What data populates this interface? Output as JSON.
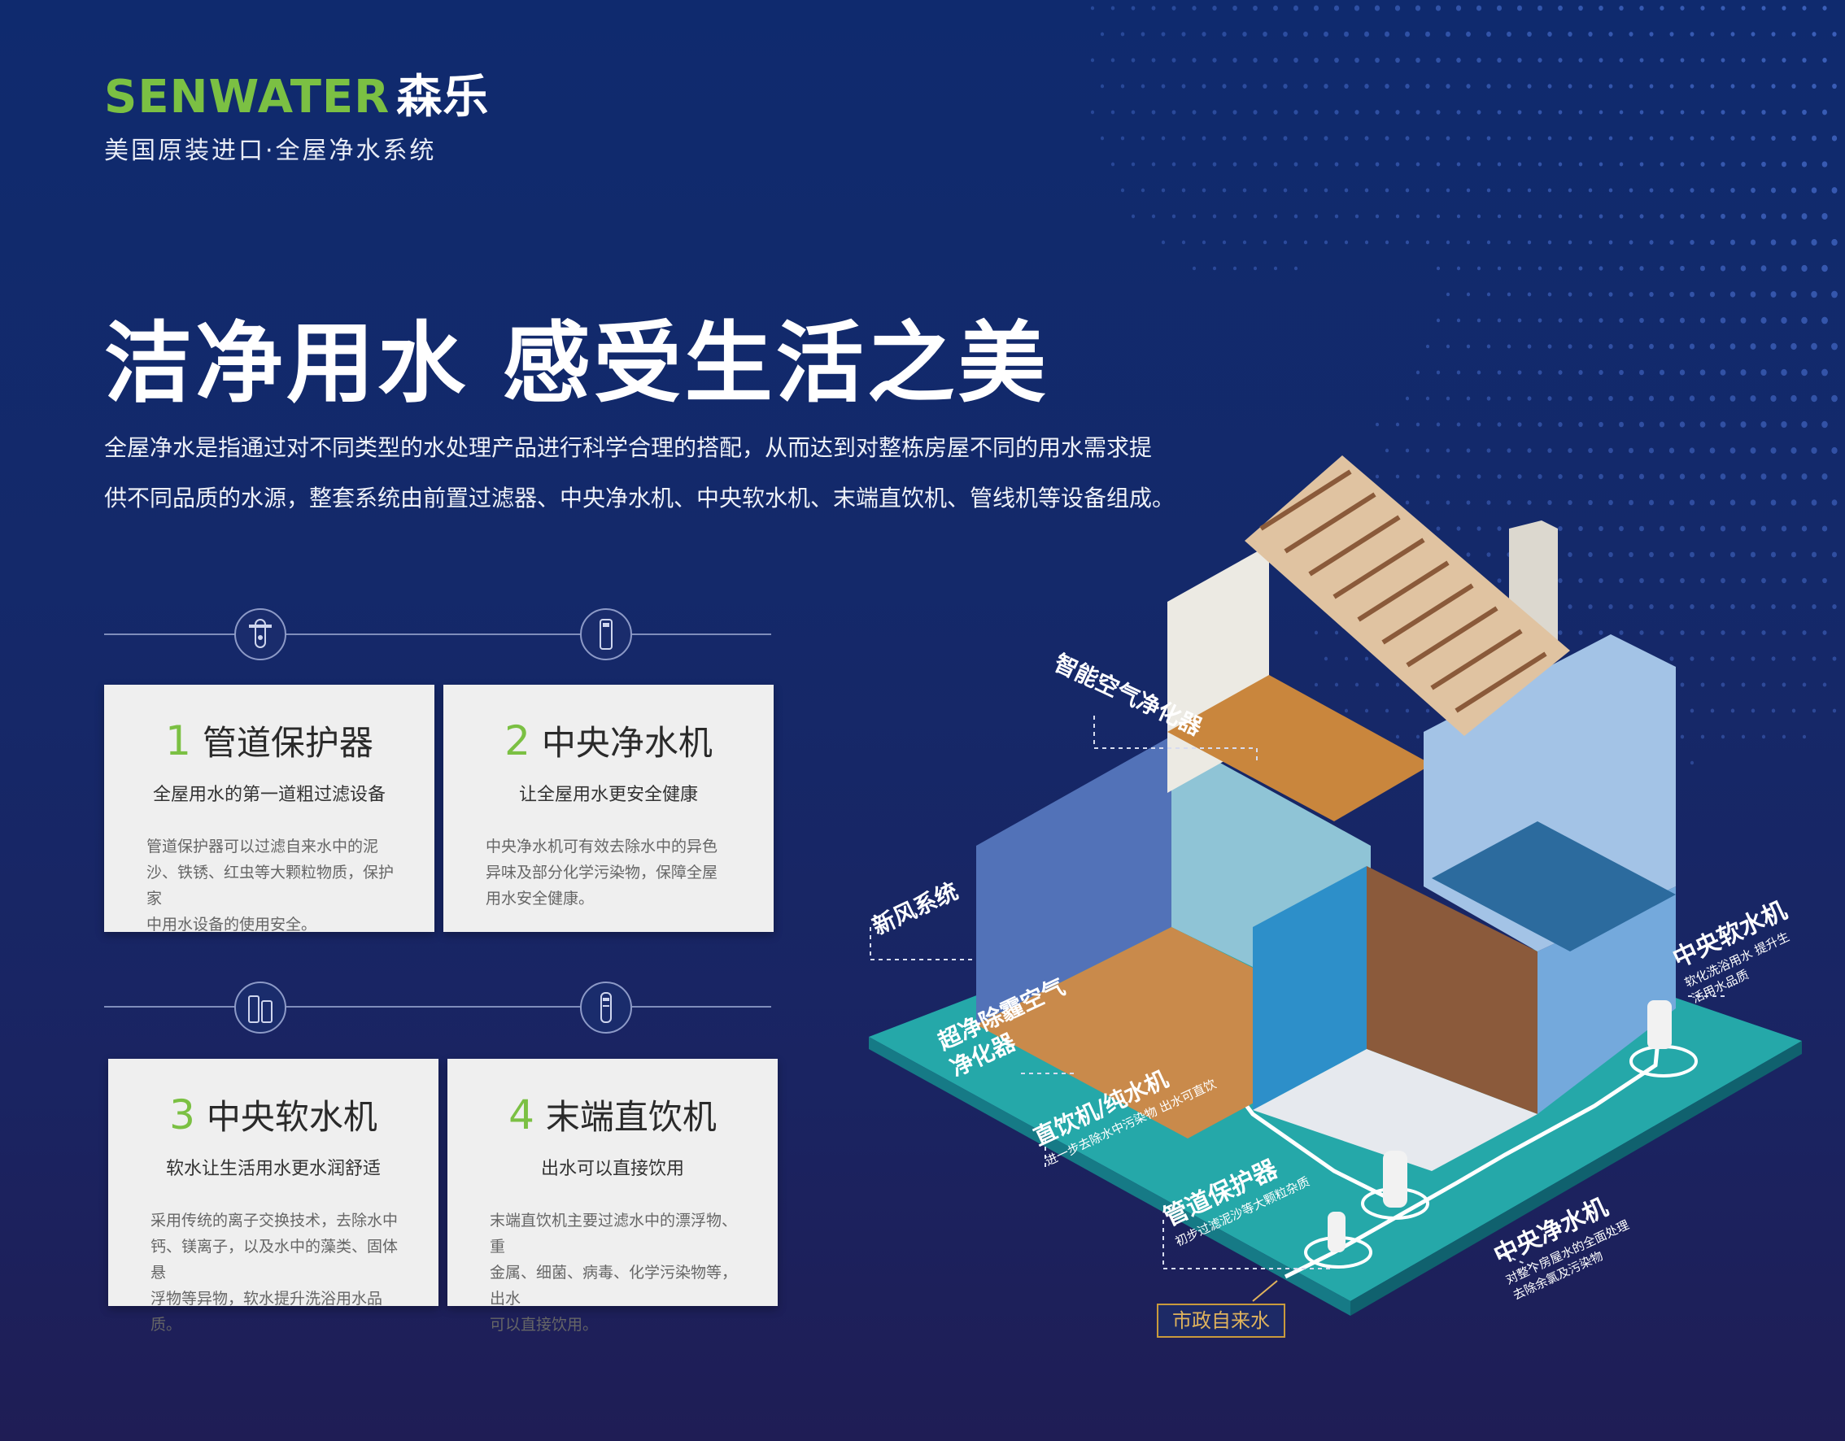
{
  "brand": {
    "logo_en": "SENWATER",
    "logo_cn": "森乐",
    "tagline": "美国原装进口·全屋净水系统",
    "green": "#7bc043"
  },
  "headline": "洁净用水 感受生活之美",
  "intro": [
    "全屋净水是指通过对不同类型的水处理产品进行科学合理的搭配，从而达到对整栋房屋不同的用水需求提",
    "供不同品质的水源，整套系统由前置过滤器、中央净水机、中央软水机、末端直饮机、管线机等设备组成。"
  ],
  "cards": [
    {
      "num": "1",
      "title": "管道保护器",
      "subtitle": "全屋用水的第一道粗过滤设备",
      "body": [
        "管道保护器可以过滤自来水中的泥",
        "沙、铁锈、红虫等大颗粒物质，保护家",
        "中用水设备的使用安全。"
      ],
      "icon": "pipe-protector-icon"
    },
    {
      "num": "2",
      "title": "中央净水机",
      "subtitle": "让全屋用水更安全健康",
      "body": [
        "中央净水机可有效去除水中的异色",
        "异味及部分化学污染物，保障全屋",
        "用水安全健康。"
      ],
      "icon": "central-purifier-icon"
    },
    {
      "num": "3",
      "title": "中央软水机",
      "subtitle": "软水让生活用水更水润舒适",
      "body": [
        "采用传统的离子交换技术，去除水中",
        "钙、镁离子，以及水中的藻类、固体悬",
        "浮物等异物，软水提升洗浴用水品质。"
      ],
      "icon": "water-softener-icon"
    },
    {
      "num": "4",
      "title": "末端直饮机",
      "subtitle": "出水可以直接饮用",
      "body": [
        "末端直饮机主要过滤水中的漂浮物、重",
        "金属、细菌、病毒、化学污染物等，出水",
        "可以直接饮用。"
      ],
      "icon": "drinking-unit-icon"
    }
  ],
  "house_labels": {
    "air_purifier": "智能空气净化器",
    "fresh_air": "新风系统",
    "super_air": "超净除霾空气净化器",
    "direct_drink": "直饮机/纯水机",
    "direct_drink_sub": "进一步去除水中污染物 出水可直饮",
    "pipe_protector": "管道保护器",
    "pipe_protector_sub": "初步过滤泥沙等大颗粒杂质",
    "central_purifier": "中央净水机",
    "central_purifier_sub": "对整个房屋水的全面处理 去除余氯及污染物",
    "softener": "中央软水机",
    "softener_sub": "软化洗浴用水 提升生活用水品质",
    "tap_water": "市政自来水"
  }
}
